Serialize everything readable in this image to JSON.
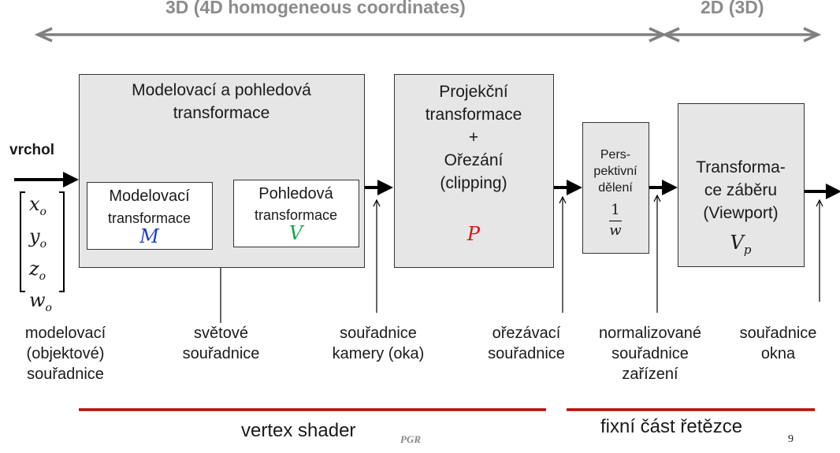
{
  "header": {
    "left_label": "3D (4D homogeneous coordinates)",
    "right_label": "2D (3D)"
  },
  "input": {
    "label": "vrchol",
    "vector": [
      "x",
      "y",
      "z",
      "w"
    ],
    "subscript": "o"
  },
  "stages": {
    "modelview": {
      "title": [
        "Modelovací a pohledová",
        "transformace"
      ],
      "model": {
        "title": "Modelovací",
        "sub": "transformace",
        "symbol": "M"
      },
      "view": {
        "title": "Pohledová",
        "sub": "transformace",
        "symbol": "V"
      }
    },
    "projection": {
      "lines": [
        "Projekční",
        "transformace",
        "+",
        "Ořezání",
        "(clipping)"
      ],
      "symbol": "P"
    },
    "perspective": {
      "lines": [
        "Pers-",
        "pektivní",
        "dělení"
      ],
      "numerator": "1",
      "denominator": "w"
    },
    "viewport": {
      "lines": [
        "Transforma-",
        "ce záběru",
        "(Viewport)"
      ],
      "symbol": "V",
      "symbol_sub": "p"
    }
  },
  "coord_labels": [
    [
      "modelovací",
      "(objektové)",
      "souřadnice"
    ],
    [
      "světové",
      "souřadnice"
    ],
    [
      "souřadnice",
      "kamery (oka)"
    ],
    [
      "ořezávací",
      "souřadnice"
    ],
    [
      "normalizované",
      "souřadnice",
      "zařízení"
    ],
    [
      "souřadnice",
      "okna"
    ]
  ],
  "footer": {
    "left_label": "vertex shader",
    "pgr": "PGR",
    "right_label": "fixní část řetězce",
    "page_number": "9"
  },
  "colors": {
    "header_gray": "#8c8c8c",
    "footer_red": "#c00000",
    "symbol_M": "#1f3fc8",
    "symbol_V": "#1aa352",
    "symbol_P": "#e01010"
  }
}
